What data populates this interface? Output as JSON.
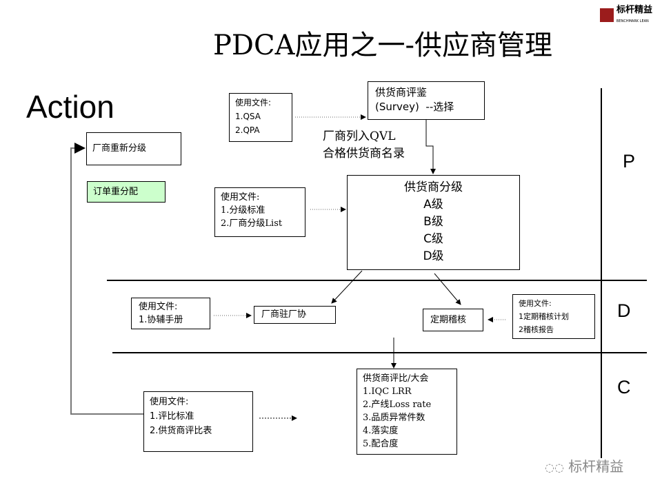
{
  "title": "PDCA应用之一-供应商管理",
  "action_label": "Action",
  "phases": {
    "p": "P",
    "d": "D",
    "c": "C"
  },
  "logo": {
    "cn": "标杆精益",
    "en": "BENCHMARK LEAN"
  },
  "watermark": "标杆精益",
  "boxes": {
    "regrade": "厂商重新分级",
    "reassign": "订单重分配",
    "docs_survey": {
      "h": "使用文件:",
      "l1": "1.QSA",
      "l2": "2.QPA"
    },
    "survey": {
      "l1": "供货商评鉴",
      "l2": "(Survey)  --选择"
    },
    "qvl_note": {
      "l1": "厂商列入QVL",
      "l2": "合格供货商名录"
    },
    "docs_grade": {
      "h": "使用文件:",
      "l1": "1.分级标准",
      "l2": "2.厂商分级List"
    },
    "grade": {
      "h": "供货商分级",
      "a": "A级",
      "b": "B级",
      "c": "C级",
      "d": "D级"
    },
    "docs_assist": {
      "h": "使用文件:",
      "l1": "1.协辅手册"
    },
    "onsite": "厂商驻厂协",
    "audit": "定期稽核",
    "docs_audit": {
      "h": "使用文件:",
      "l1": "1定期稽核计划",
      "l2": "2稽核报告"
    },
    "docs_eval": {
      "h": "使用文件:",
      "l1": "1.评比标准",
      "l2": "2.供货商评比表"
    },
    "eval": {
      "h": "供货商评比/大会",
      "l1": "1.IQC LRR",
      "l2": "2.产线Loss rate",
      "l3": "3.品质异常件数",
      "l4": "4.落实度",
      "l5": "5.配合度"
    }
  },
  "colors": {
    "reassign_bg": "#ccffcc",
    "logo_red": "#9b1c1c"
  }
}
